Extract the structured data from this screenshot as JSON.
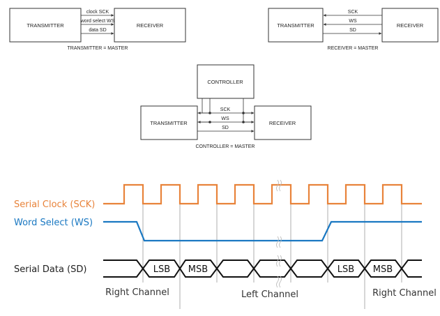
{
  "colors": {
    "box_stroke": "#333333",
    "sck": "#e8833a",
    "ws": "#1a78c2",
    "sd": "#111111",
    "guide": "#9a9a9a"
  },
  "diagram_top_left": {
    "left_box": "TRANSMITTER",
    "right_box": "RECEIVER",
    "signals": [
      "clock SCK",
      "word select WS",
      "data SD"
    ],
    "caption": "TRANSMITTER = MASTER"
  },
  "diagram_top_right": {
    "left_box": "TRANSMITTER",
    "right_box": "RECEIVER",
    "signals": [
      "SCK",
      "WS",
      "SD"
    ],
    "caption": "RECEIVER = MASTER"
  },
  "diagram_middle": {
    "top_box": "CONTROLLER",
    "left_box": "TRANSMITTER",
    "right_box": "RECEIVER",
    "signals": [
      "SCK",
      "WS",
      "SD"
    ],
    "caption": "CONTROLLER = MASTER"
  },
  "timing": {
    "sck_label": "Serial Clock (SCK)",
    "ws_label": "Word Select (WS)",
    "sd_label": "Serial Data (SD)",
    "data_labels": [
      "LSB",
      "MSB",
      "LSB",
      "MSB"
    ],
    "channels": [
      "Right Channel",
      "Left Channel",
      "Right Channel"
    ]
  }
}
